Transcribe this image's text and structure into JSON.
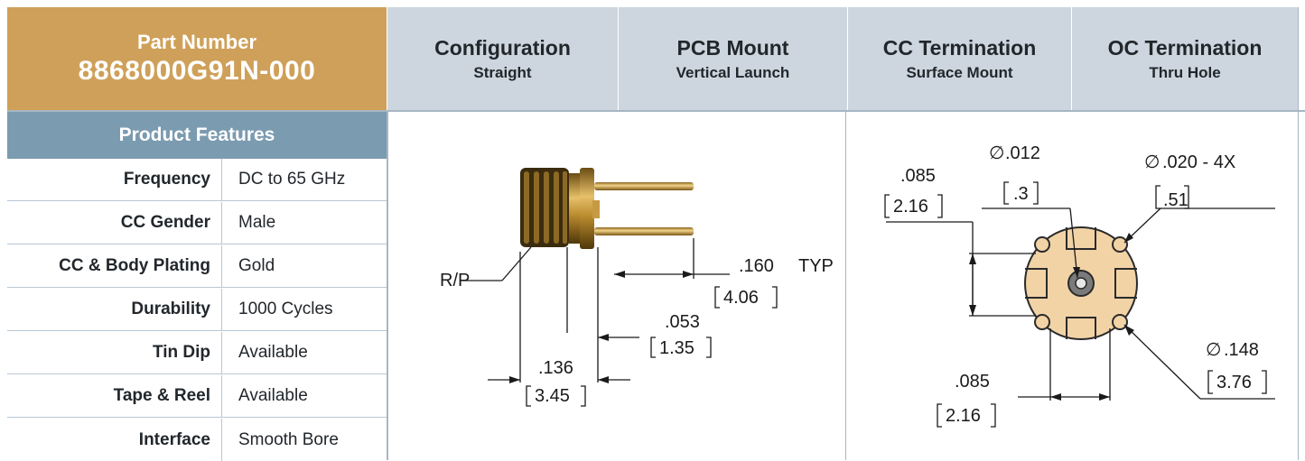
{
  "header": {
    "part_number_label": "Part Number",
    "part_number": "8868000G91N-000",
    "columns": [
      {
        "title": "Configuration",
        "sub": "Straight"
      },
      {
        "title": "PCB Mount",
        "sub": "Vertical Launch"
      },
      {
        "title": "CC Termination",
        "sub": "Surface Mount"
      },
      {
        "title": "OC Termination",
        "sub": "Thru Hole"
      }
    ]
  },
  "features": {
    "title": "Product Features",
    "rows": [
      {
        "key": "Frequency",
        "value": "DC to 65 GHz"
      },
      {
        "key": "CC Gender",
        "value": "Male"
      },
      {
        "key": "CC & Body Plating",
        "value": "Gold"
      },
      {
        "key": "Durability",
        "value": "1000 Cycles"
      },
      {
        "key": "Tin Dip",
        "value": "Available"
      },
      {
        "key": "Tape & Reel",
        "value": "Available"
      },
      {
        "key": "Interface",
        "value": "Smooth Bore"
      }
    ]
  },
  "side_drawing": {
    "rp": "R/P",
    "d160": ".160",
    "typ": "TYP",
    "d160_mm": "4.06",
    "d053": ".053",
    "d053_mm": "1.35",
    "d136": ".136",
    "d136_mm": "3.45"
  },
  "footprint_drawing": {
    "d085_top": ".085",
    "d085_top_mm": "2.16",
    "d012": ".012",
    "d012_mm": ".3",
    "d020": ".020 - 4X",
    "d020_mm": ".51",
    "d148": ".148",
    "d148_mm": "3.76",
    "d085_bot": ".085",
    "d085_bot_mm": "2.16",
    "diameter_symbol": "∅"
  },
  "colors": {
    "gold": "#cfa059",
    "header_gray": "#cdd6de",
    "features_blue": "#7b9bb0",
    "grid": "#b9c7d3"
  }
}
